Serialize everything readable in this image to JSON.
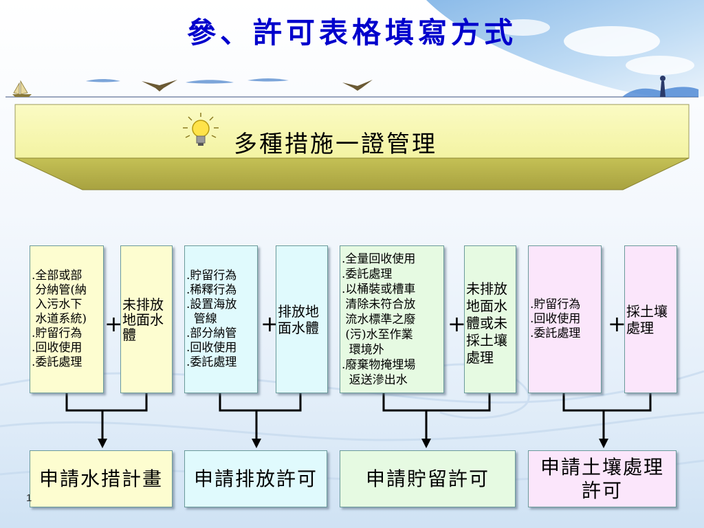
{
  "title": "參、許可表格填寫方式",
  "banner": {
    "text": "多種措施一證管理",
    "icon": "lightbulb-icon"
  },
  "groups": [
    {
      "measures": [
        ".全部或部",
        " 分納管(納",
        " 入污水下",
        " 水道系統)",
        ".貯留行為",
        ".回收使用",
        ".委託處理"
      ],
      "condition": [
        "未排放",
        "地面水",
        "體"
      ],
      "result": [
        "申請水措計畫"
      ],
      "measure_color": "#fdfdd0",
      "result_color": "#fdfdd0"
    },
    {
      "measures": [
        ".貯留行為",
        ".稀釋行為",
        ".設置海放",
        "  管線",
        ".部分納管",
        ".回收使用",
        ".委託處理"
      ],
      "condition": [
        "排放地",
        "面水體"
      ],
      "result": [
        "申請排放許可"
      ],
      "measure_color": "#e0fafd",
      "result_color": "#e0fafd"
    },
    {
      "measures": [
        ".全量回收使用",
        ".委託處理",
        ".以桶裝或槽車",
        " 清除未符合放",
        " 流水標準之廢",
        " (污)水至作業",
        "  環境外",
        ".廢棄物掩埋場",
        "  返送滲出水"
      ],
      "condition": [
        "未排放",
        "地面水",
        "體或未",
        "採土壤",
        "處理"
      ],
      "result": [
        "申請貯留許可"
      ],
      "measure_color": "#e6fae2",
      "result_color": "#e6fae2"
    },
    {
      "measures": [
        ".貯留行為",
        ".回收使用",
        ".委託處理"
      ],
      "condition": [
        "採土壤",
        "處理"
      ],
      "result": [
        "申請土壤處理",
        "許可"
      ],
      "measure_color": "#fbe6fb",
      "result_color": "#fbe6fb"
    }
  ],
  "plus_symbol": "+",
  "page_number": "1"
}
